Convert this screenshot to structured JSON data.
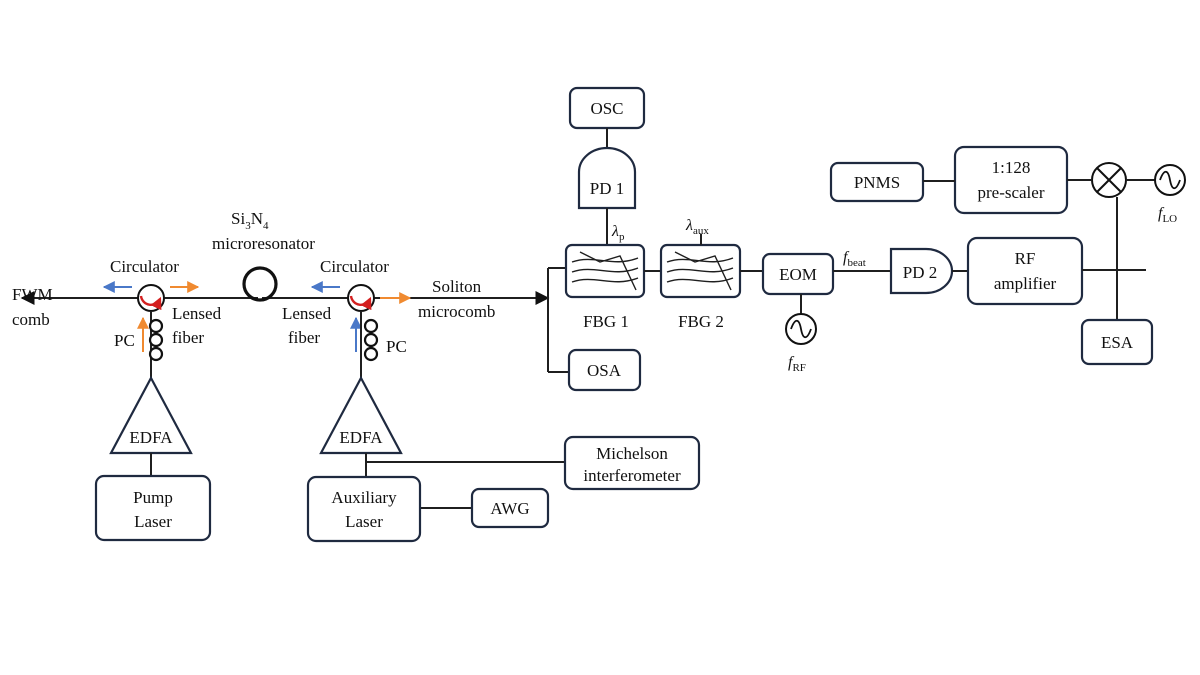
{
  "labels": {
    "fwm_line1": "FWM",
    "fwm_line2": "comb",
    "circulator_left": "Circulator",
    "circulator_right": "Circulator",
    "lensed_left_1": "Lensed",
    "lensed_left_2": "fiber",
    "lensed_right_1": "Lensed",
    "lensed_right_2": "fiber",
    "pc_left": "PC",
    "pc_right": "PC",
    "resonator_formula_si": "Si",
    "resonator_formula_3": "3",
    "resonator_formula_n": "N",
    "resonator_formula_4": "4",
    "resonator_word": "microresonator",
    "soliton_1": "Soliton",
    "soliton_2": "microcomb",
    "fbg1": "FBG 1",
    "fbg2": "FBG 2",
    "lambda_p_main": "λ",
    "lambda_p_sub": "p",
    "lambda_aux_main": "λ",
    "lambda_aux_sub": "aux",
    "fbeat_main": "f",
    "fbeat_sub": "beat",
    "frf_main": "f",
    "frf_sub": "RF",
    "flo_main": "f",
    "flo_sub": "LO"
  },
  "boxes": {
    "osc": "OSC",
    "osa": "OSA",
    "pd1": "PD 1",
    "pd2": "PD 2",
    "eom": "EOM",
    "pnms": "PNMS",
    "prescaler_1": "1:128",
    "prescaler_2": "pre-scaler",
    "rf_amp_1": "RF",
    "rf_amp_2": "amplifier",
    "esa": "ESA",
    "edfa_left": "EDFA",
    "edfa_right": "EDFA",
    "pump_1": "Pump",
    "pump_2": "Laser",
    "aux_1": "Auxiliary",
    "aux_2": "Laser",
    "awg": "AWG",
    "mich_1": "Michelson",
    "mich_2": "interferometer"
  },
  "colors": {
    "arrow_orange": "#f08a30",
    "arrow_blue": "#4a78c8",
    "circulator_red": "#d42020",
    "box_stroke": "#1f2a40"
  }
}
